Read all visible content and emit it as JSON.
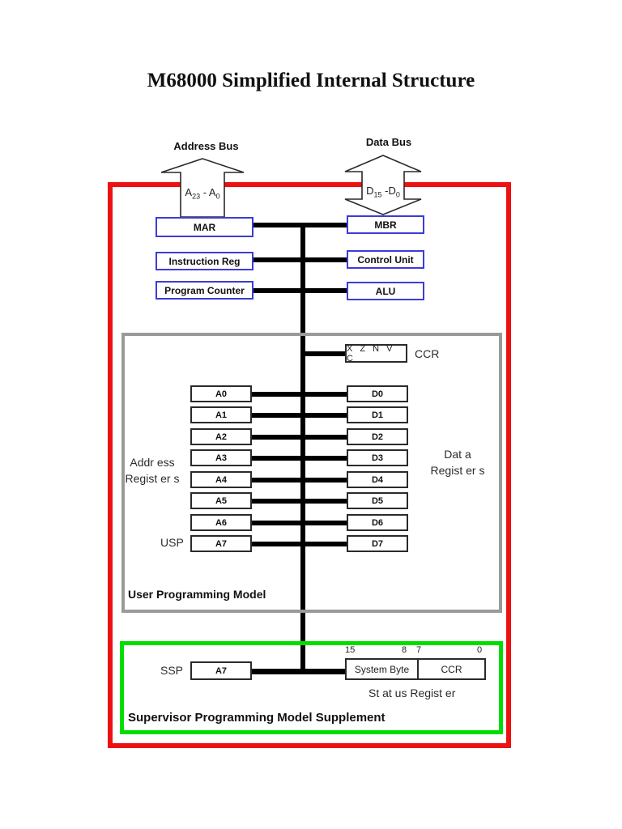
{
  "page": {
    "title": "M68000 Simplified Internal Structure"
  },
  "buses": {
    "address": {
      "label": "Address Bus",
      "range": {
        "p1": "A",
        "s1": "23",
        "mid": " - ",
        "p2": "A",
        "s2": "0"
      }
    },
    "data": {
      "label": "Data Bus",
      "range": {
        "p1": "D",
        "s1": "15",
        "mid": " -",
        "p2": "D",
        "s2": "0"
      }
    }
  },
  "cpu_blocks": {
    "mar": "MAR",
    "mbr": "MBR",
    "instruction_reg": "Instruction Reg",
    "control_unit": "Control Unit",
    "program_counter": "Program Counter",
    "alu": "ALU"
  },
  "user_model": {
    "label": "User Programming Model",
    "ccr_flags": "X Z N V C",
    "ccr_label": "CCR",
    "address_registers": [
      "A0",
      "A1",
      "A2",
      "A3",
      "A4",
      "A5",
      "A6",
      "A7"
    ],
    "data_registers": [
      "D0",
      "D1",
      "D2",
      "D3",
      "D4",
      "D5",
      "D6",
      "D7"
    ],
    "address_label": "Addr ess\nRegist er s",
    "data_label": "Dat a\nRegist er s",
    "usp_label": "USP"
  },
  "supervisor_model": {
    "label": "Supervisor Programming Model Supplement",
    "ssp_label": "SSP",
    "ssp_register": "A7",
    "bits": [
      "15",
      "8",
      "7",
      "0"
    ],
    "status_cells": [
      "System Byte",
      "CCR"
    ],
    "status_label": "St at us Regist er"
  },
  "colors": {
    "frame_red": "#ee1111",
    "frame_green": "#00dd00",
    "frame_gray": "#9a9a9a",
    "block_blue": "#3c3cd8",
    "bus_black": "#000000"
  }
}
